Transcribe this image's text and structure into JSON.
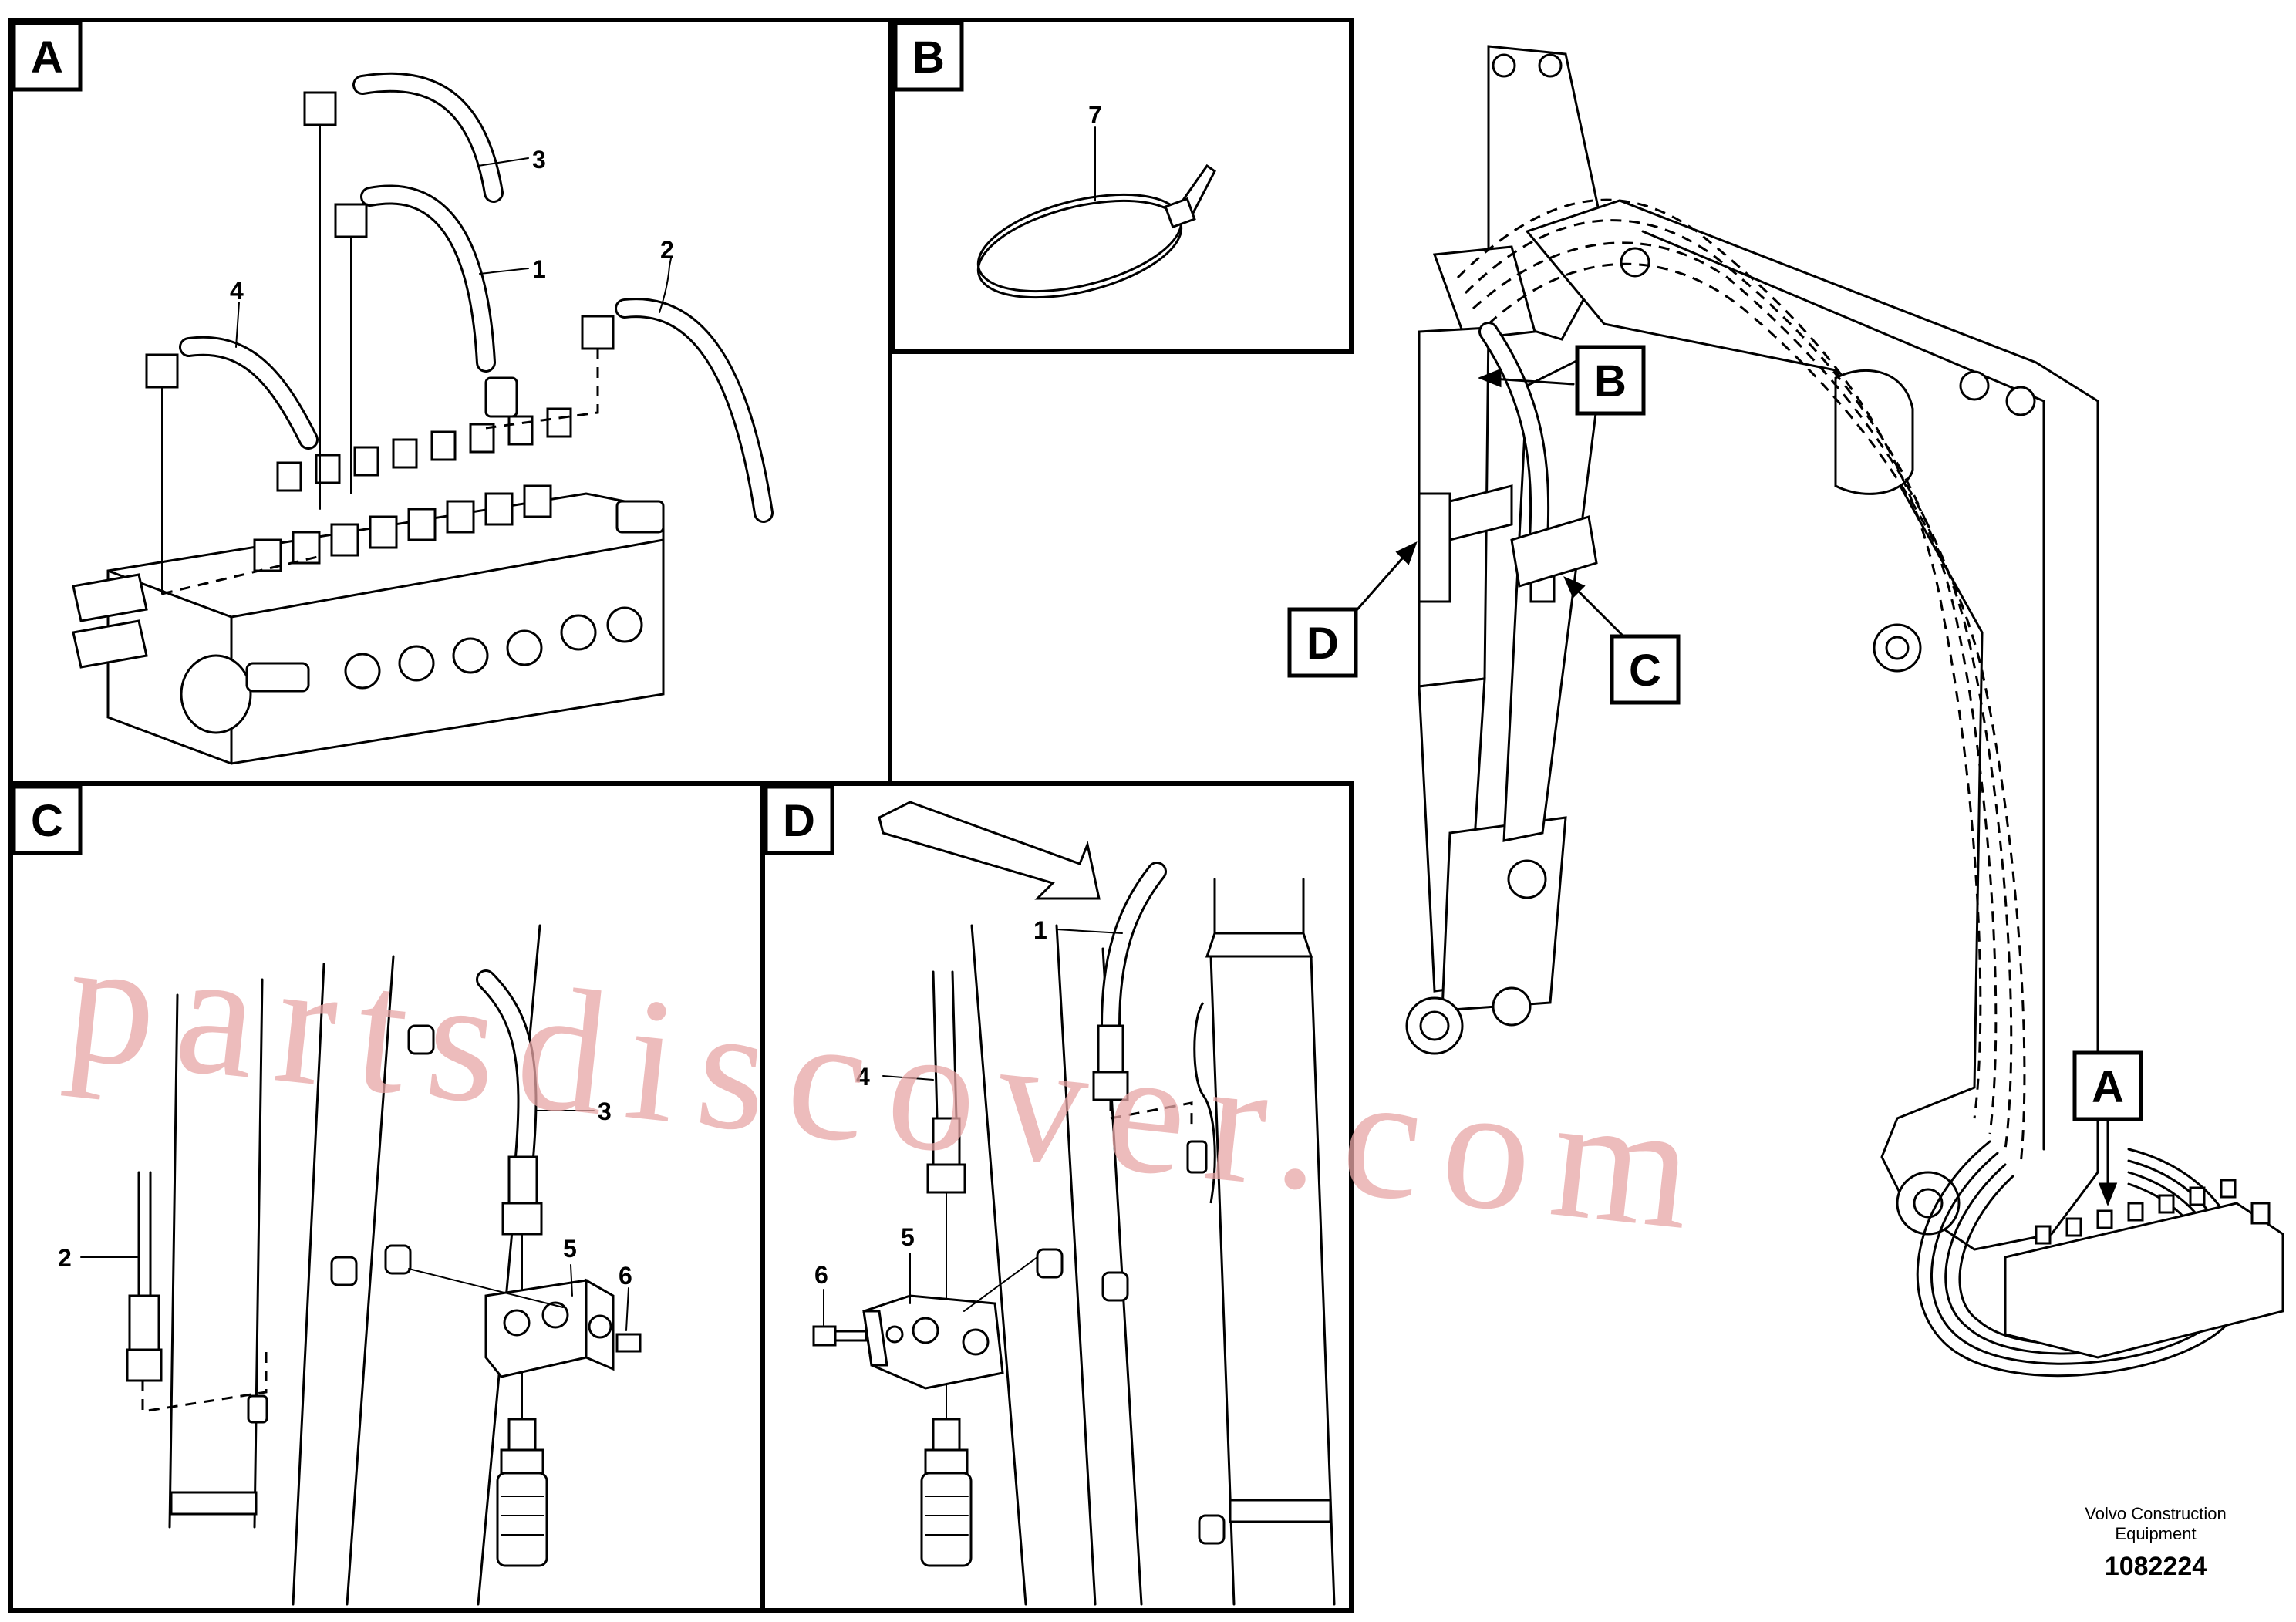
{
  "panels": {
    "A": {
      "letter": "A"
    },
    "B": {
      "letter": "B"
    },
    "C": {
      "letter": "C"
    },
    "D": {
      "letter": "D"
    }
  },
  "overview_labels": {
    "A": "A",
    "B": "B",
    "C": "C",
    "D": "D"
  },
  "callouts": {
    "a_hose_3": "3",
    "a_hose_1": "1",
    "a_hose_2": "2",
    "a_hose_4": "4",
    "b_tie_7": "7",
    "c_hose_3": "3",
    "c_hose_2": "2",
    "c_bracket_5": "5",
    "c_bolt_6": "6",
    "d_hose_1": "1",
    "d_hose_4": "4",
    "d_bracket_5": "5",
    "d_bolt_6": "6"
  },
  "footer": {
    "company_line1": "Volvo Construction",
    "company_line2": "Equipment",
    "drawing_number": "1082224"
  },
  "watermark": {
    "text": "partsdiscover.com"
  }
}
